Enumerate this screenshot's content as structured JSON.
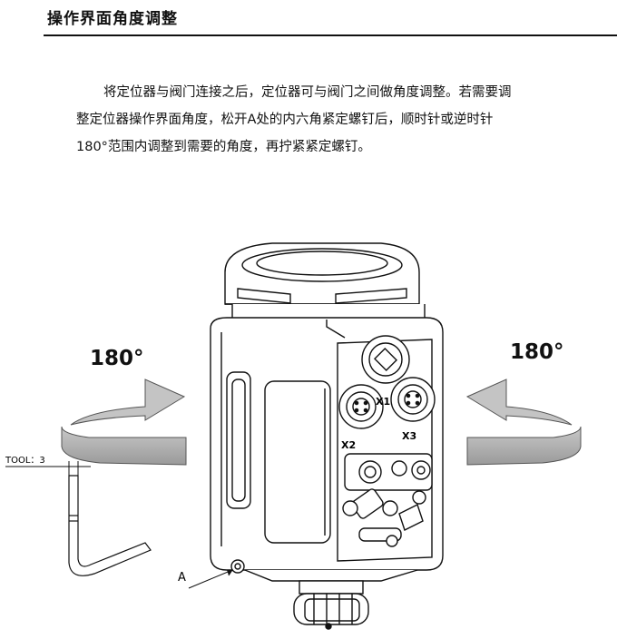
{
  "header": {
    "title": "操作界面角度调整"
  },
  "body": {
    "lines": [
      "将定位器与阀门连接之后，定位器可与阀门之间做角度调整。若需要调",
      "整定位器操作界面角度，松开A处的内六角紧定螺钉后，顺时针或逆时针",
      "180°范围内调整到需要的角度，再拧紧紧定螺钉。"
    ]
  },
  "figure": {
    "angle_left": "180°",
    "angle_right": "180°",
    "tool_label": "TOOL：3",
    "point_label": "A",
    "port_labels": [
      "X1",
      "X2",
      "X3"
    ]
  }
}
